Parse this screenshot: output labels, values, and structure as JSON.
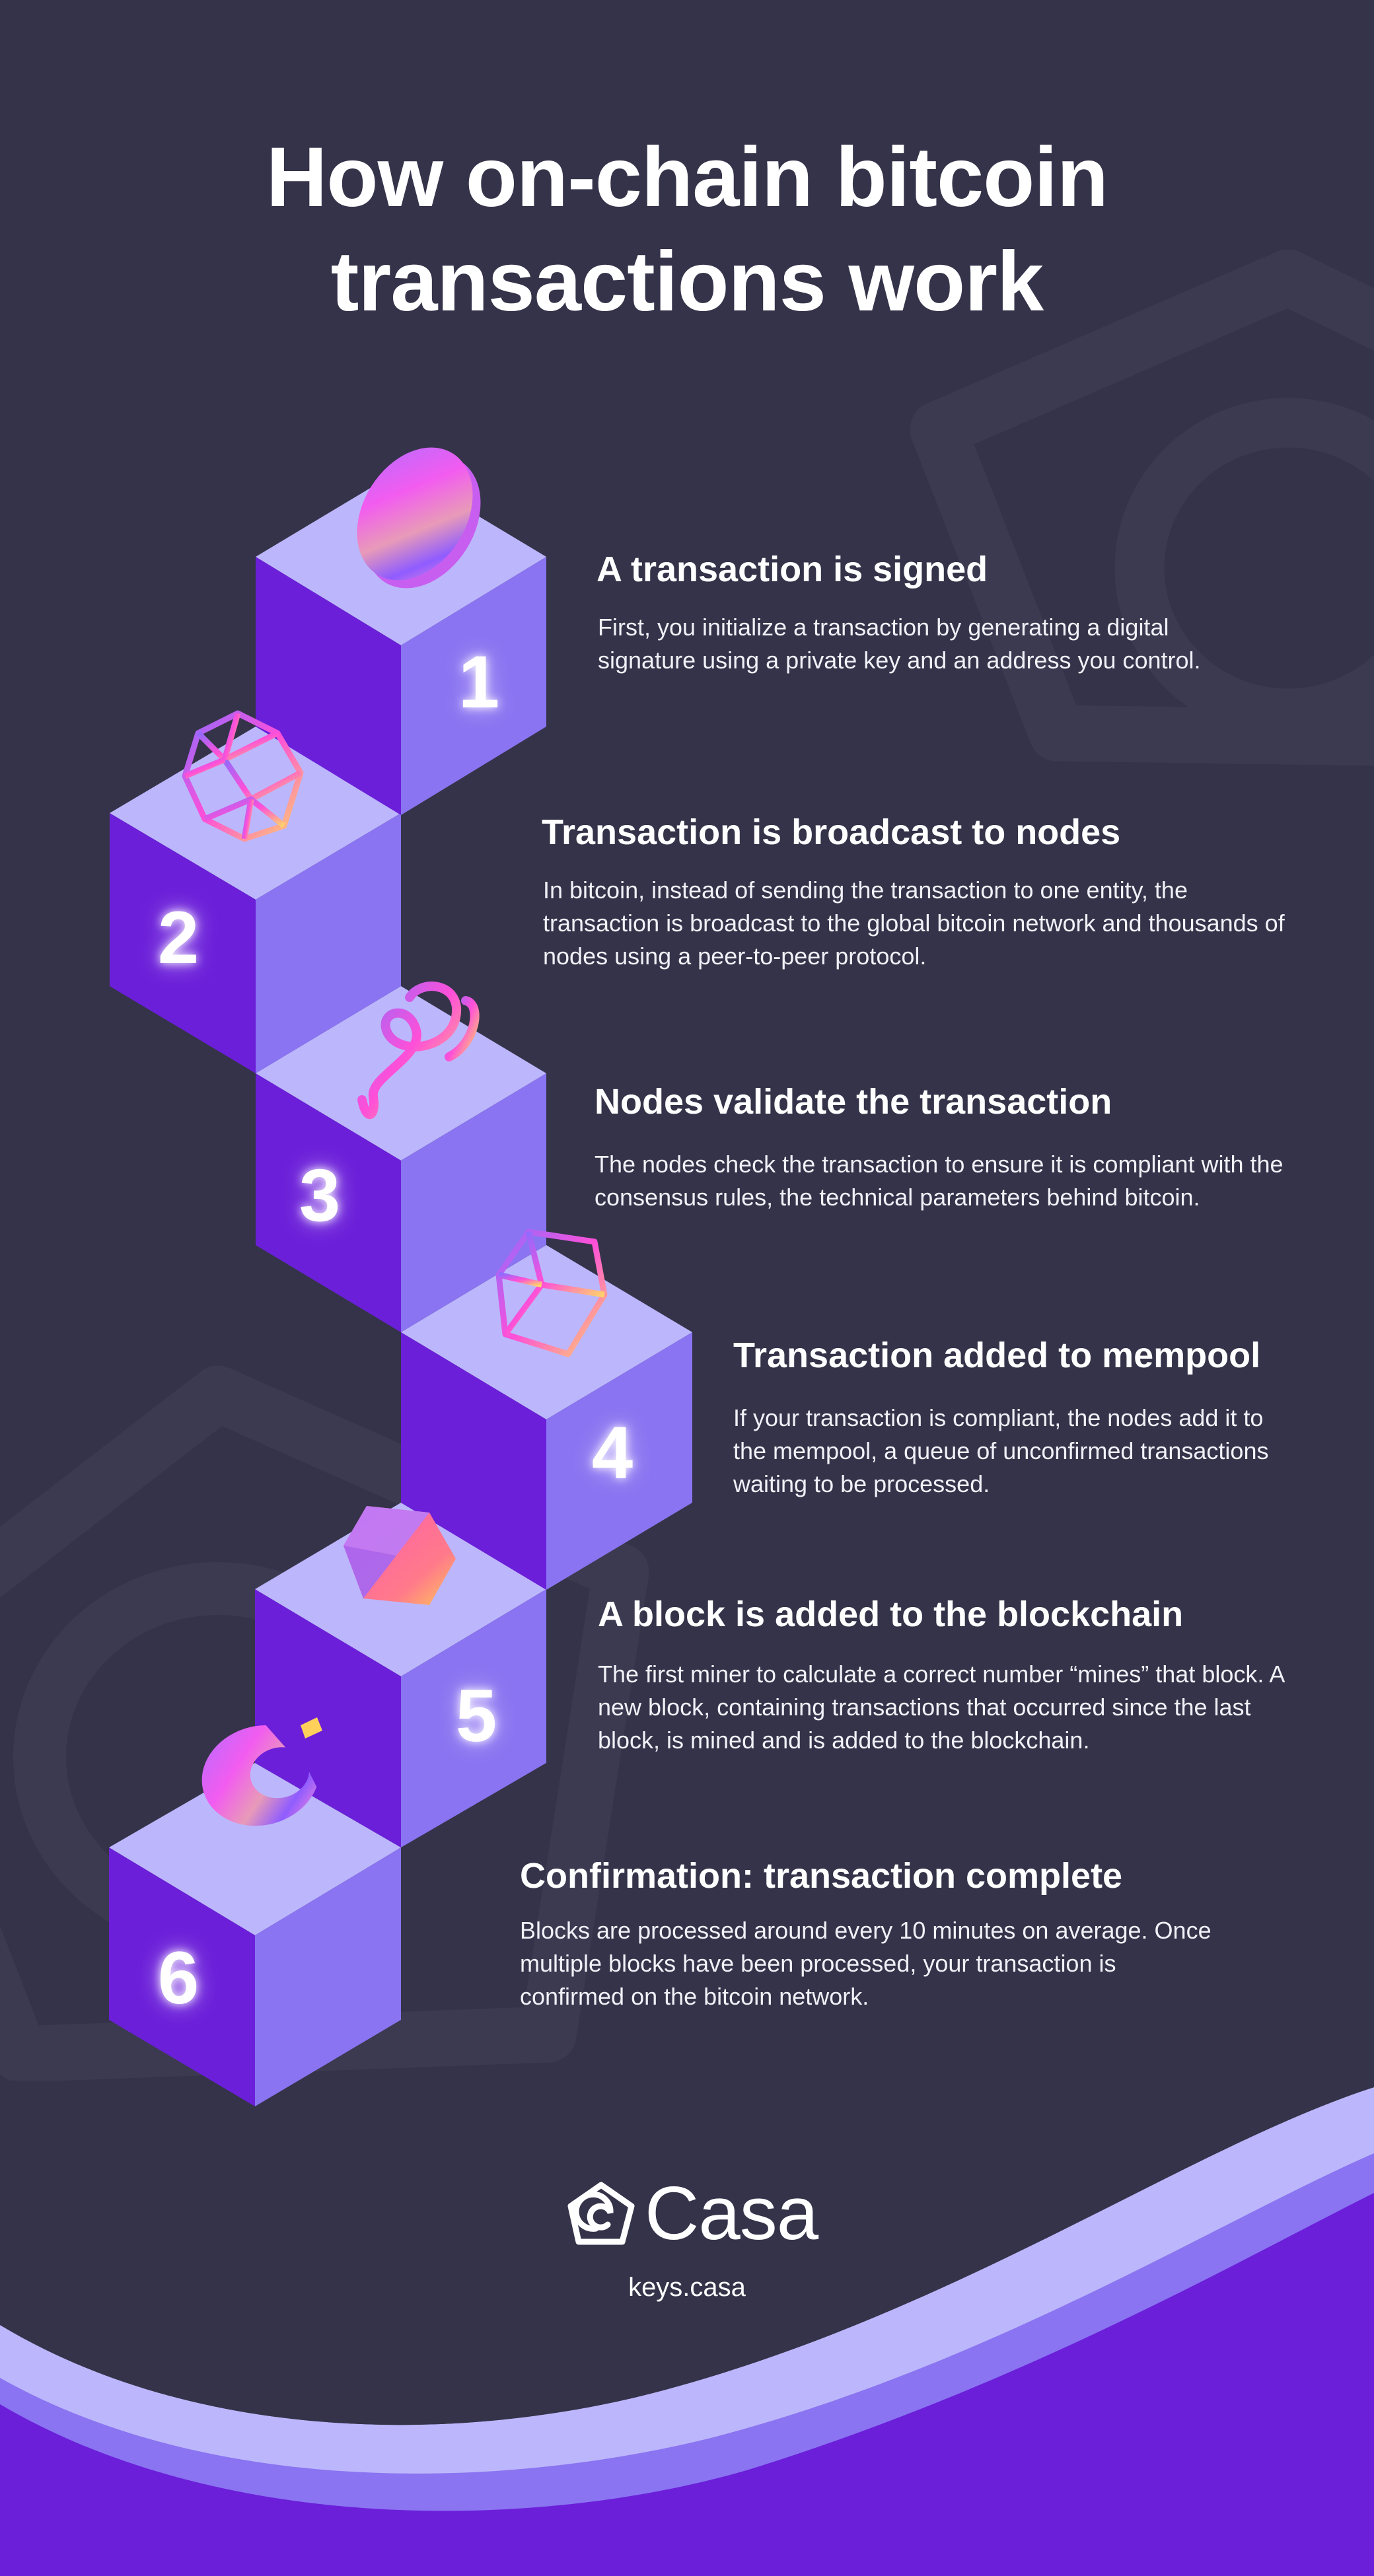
{
  "title": {
    "line1": "How on-chain bitcoin",
    "line2": "transactions work"
  },
  "colors": {
    "background": "#353349",
    "watermark": "#3d3b52",
    "cube_top": "#bcb7fc",
    "cube_left": "#6b1fd9",
    "cube_right": "#8a74f1",
    "wave_light": "#bcb7fc",
    "wave_mid": "#8a74f1",
    "wave_dark": "#6b1fd9",
    "text": "#ffffff"
  },
  "steps": [
    {
      "number": "1",
      "icon": "coin-icon",
      "title": "A transaction is signed",
      "description": "First, you initialize a transaction by generating a digital signature using a private key and an address you control."
    },
    {
      "number": "2",
      "icon": "wireframe-sphere-icon",
      "title": "Transaction is broadcast to nodes",
      "description": "In bitcoin, instead of sending the transaction to one entity, the transaction is broadcast to the global bitcoin network and thousands of nodes using a peer-to-peer protocol."
    },
    {
      "number": "3",
      "icon": "spiral-coil-icon",
      "title": "Nodes validate the transaction",
      "description": "The nodes check the transaction to ensure it is compliant with the consensus rules, the technical parameters behind bitcoin."
    },
    {
      "number": "4",
      "icon": "wireframe-cube-icon",
      "title": "Transaction added to mempool",
      "description": "If your transaction is compliant, the nodes add it to the mempool, a queue of unconfirmed transactions waiting to be processed."
    },
    {
      "number": "5",
      "icon": "solid-cube-icon",
      "title": "A block is added to the blockchain",
      "description": "The first miner to calculate a correct number “mines” that block. A new block, containing transactions that occurred since the last block, is mined and is added to the blockchain."
    },
    {
      "number": "6",
      "icon": "ring-arc-icon",
      "title": "Confirmation: transaction complete",
      "description": "Blocks are processed around every 10 minutes on average. Once multiple blocks have been processed, your transaction is confirmed on the bitcoin network."
    }
  ],
  "footer": {
    "logo_icon": "casa-pentagon-spiral-icon",
    "brand": "Casa",
    "url": "keys.casa"
  }
}
